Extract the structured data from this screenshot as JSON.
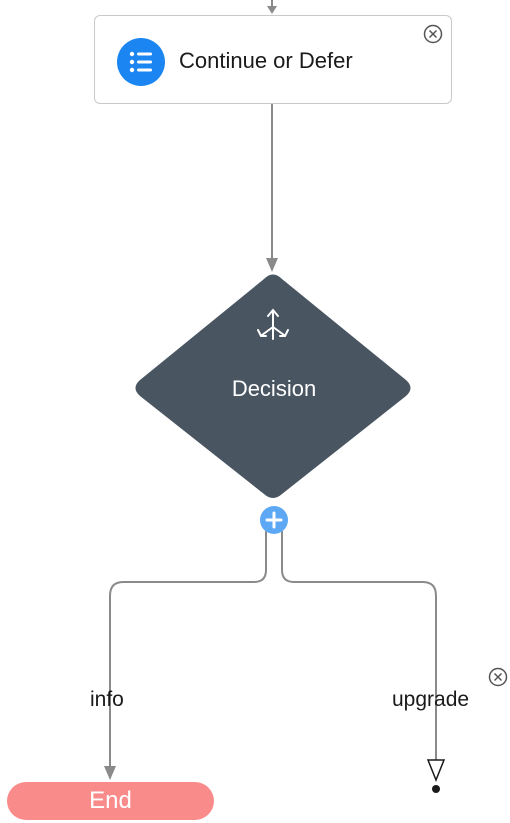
{
  "flow": {
    "screen_node": {
      "label": "Continue or Defer",
      "icon": "list-icon"
    },
    "decision_node": {
      "label": "Decision",
      "icon": "split-arrows-icon",
      "color": "#4a5562"
    },
    "branches": [
      {
        "label": "info"
      },
      {
        "label": "upgrade"
      }
    ],
    "end_node": {
      "label": "End",
      "color": "#f98b8b"
    },
    "colors": {
      "accent": "#1b86f2",
      "add_button": "#5da8f5",
      "connector": "#8a8a8a"
    }
  }
}
